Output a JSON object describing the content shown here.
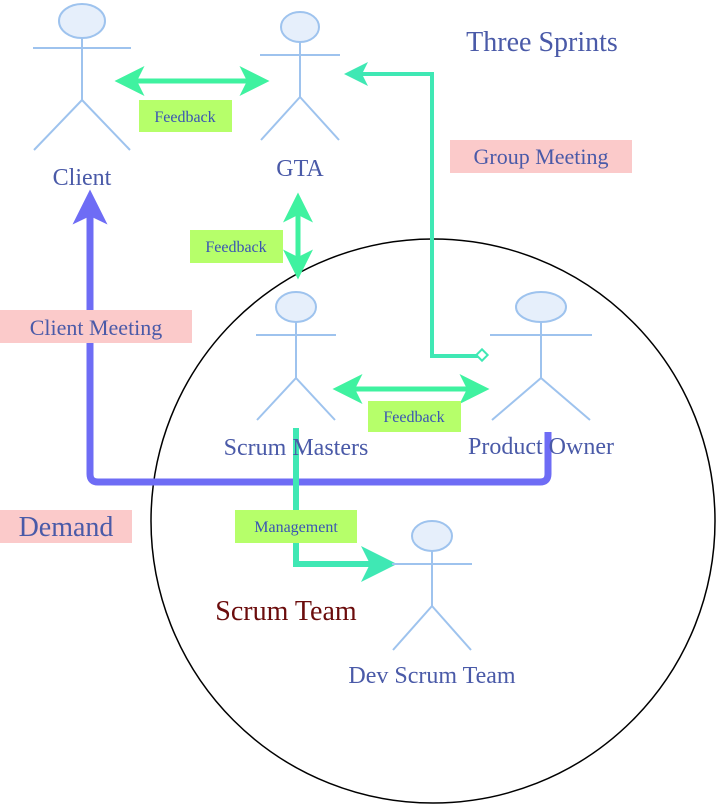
{
  "title": "Three Sprints",
  "actors": {
    "client": "Client",
    "gta": "GTA",
    "scrum_masters": "Scrum Masters",
    "product_owner": "Product Owner",
    "dev_team": "Dev Scrum Team"
  },
  "group": {
    "scrum_team": "Scrum Team"
  },
  "green_labels": {
    "feedback_client_gta": "Feedback",
    "feedback_gta_sm": "Feedback",
    "feedback_sm_po": "Feedback",
    "management": "Management"
  },
  "pink_labels": {
    "group_meeting": "Group Meeting",
    "client_meeting": "Client Meeting",
    "demand": "Demand"
  },
  "colors": {
    "actor_stroke": "#9ec3ee",
    "actor_fill": "#e6effb",
    "green_arrow": "#3ff2a0",
    "teal_arrow": "#3fe8b4",
    "blue_arrow": "#6e6cf5",
    "green_label_bg": "#b6ff6a",
    "pink_label_bg": "#fbcaca",
    "circle_stroke": "#000000"
  }
}
